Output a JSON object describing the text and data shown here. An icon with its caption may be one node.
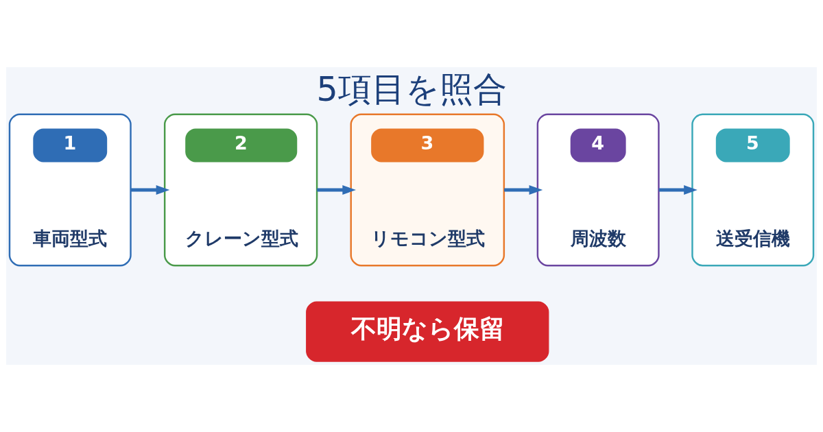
{
  "diagram": {
    "title": "5項目を照合",
    "nodes": [
      {
        "text": [
          "1",
          "車両型式"
        ]
      },
      {
        "text": [
          "2",
          "クレーン型式"
        ]
      },
      {
        "text": [
          "3",
          "リモコン型式"
        ]
      },
      {
        "text": [
          "4",
          "周波数"
        ]
      },
      {
        "text": [
          "5",
          "送受信機"
        ]
      },
      {
        "text": [
          "不明なら保留"
        ]
      }
    ],
    "edges": [
      {
        "from": 0,
        "to": 1,
        "arrow": "to"
      },
      {
        "from": 1,
        "to": 2,
        "arrow": "to"
      },
      {
        "from": 2,
        "to": 3,
        "arrow": "to"
      },
      {
        "from": 3,
        "to": 4,
        "arrow": "to"
      }
    ]
  }
}
